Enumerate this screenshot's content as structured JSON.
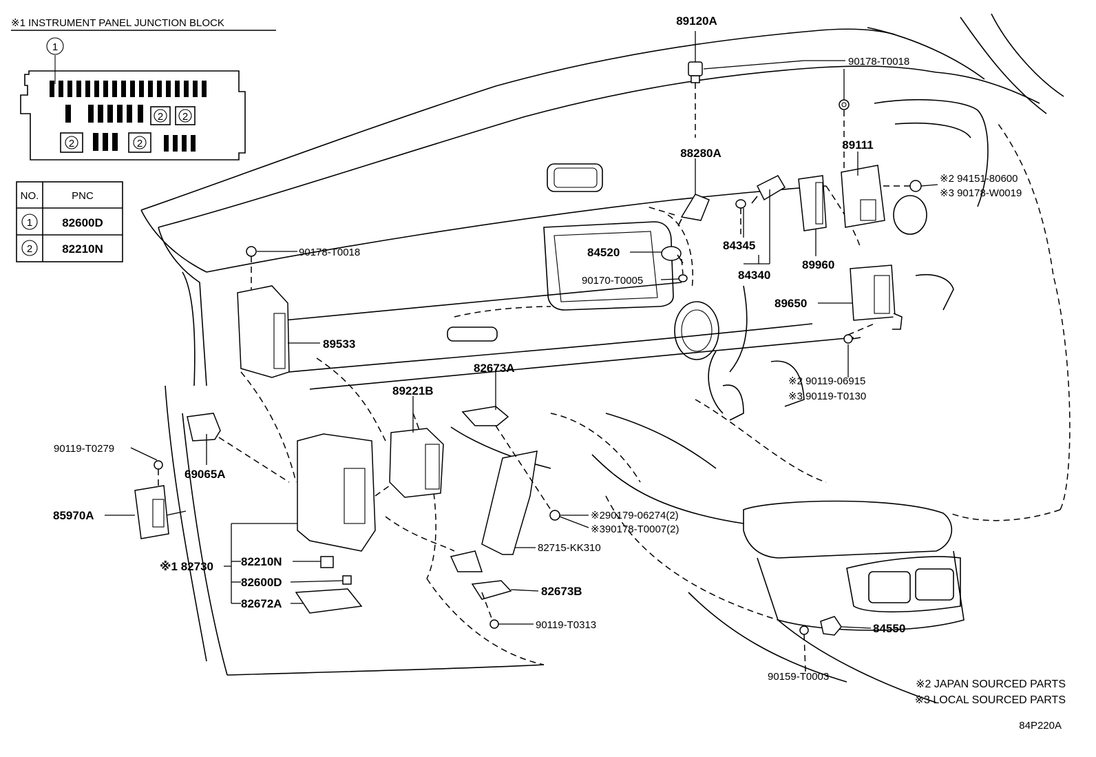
{
  "diagram_code": "84P220A",
  "junction_block": {
    "title": "※1 INSTRUMENT PANEL JUNCTION BLOCK",
    "callout_1": "1",
    "callout_2": "2"
  },
  "pnc_table": {
    "headers": [
      "NO.",
      "PNC"
    ],
    "rows": [
      {
        "no": "1",
        "pnc": "82600D"
      },
      {
        "no": "2",
        "pnc": "82210N"
      }
    ]
  },
  "parts": {
    "p89120A": "89120A",
    "p90178_T0018_top": "90178-T0018",
    "p89111": "89111",
    "p94151_80600": "※2 94151-80600",
    "p90178_W0019": "※3 90178-W0019",
    "p88280A": "88280A",
    "p84520": "84520",
    "p90170_T0005": "90170-T0005",
    "p84345": "84345",
    "p84340": "84340",
    "p89960": "89960",
    "p89650": "89650",
    "p90178_T0018_left": "90178-T0018",
    "p89533": "89533",
    "p82673A": "82673A",
    "p89221B": "89221B",
    "p90119_06915": "※2 90119-06915",
    "p90119_T0130": "※3 90119-T0130",
    "p90119_T0279": "90119-T0279",
    "p69065A": "69065A",
    "p85970A": "85970A",
    "p90179_06274": "※290179-06274(2)",
    "p90178_T0007": "※390178-T0007(2)",
    "p82715_KK310": "82715-KK310",
    "p82730": "※1 82730",
    "p82210N": "82210N",
    "p82600D": "82600D",
    "p82672A": "82672A",
    "p82673B": "82673B",
    "p90119_T0313": "90119-T0313",
    "p84550": "84550",
    "p90159_T0003": "90159-T0003"
  },
  "notes": {
    "japan": "※2 JAPAN SOURCED PARTS",
    "local": "※3 LOCAL SOURCED PARTS"
  }
}
